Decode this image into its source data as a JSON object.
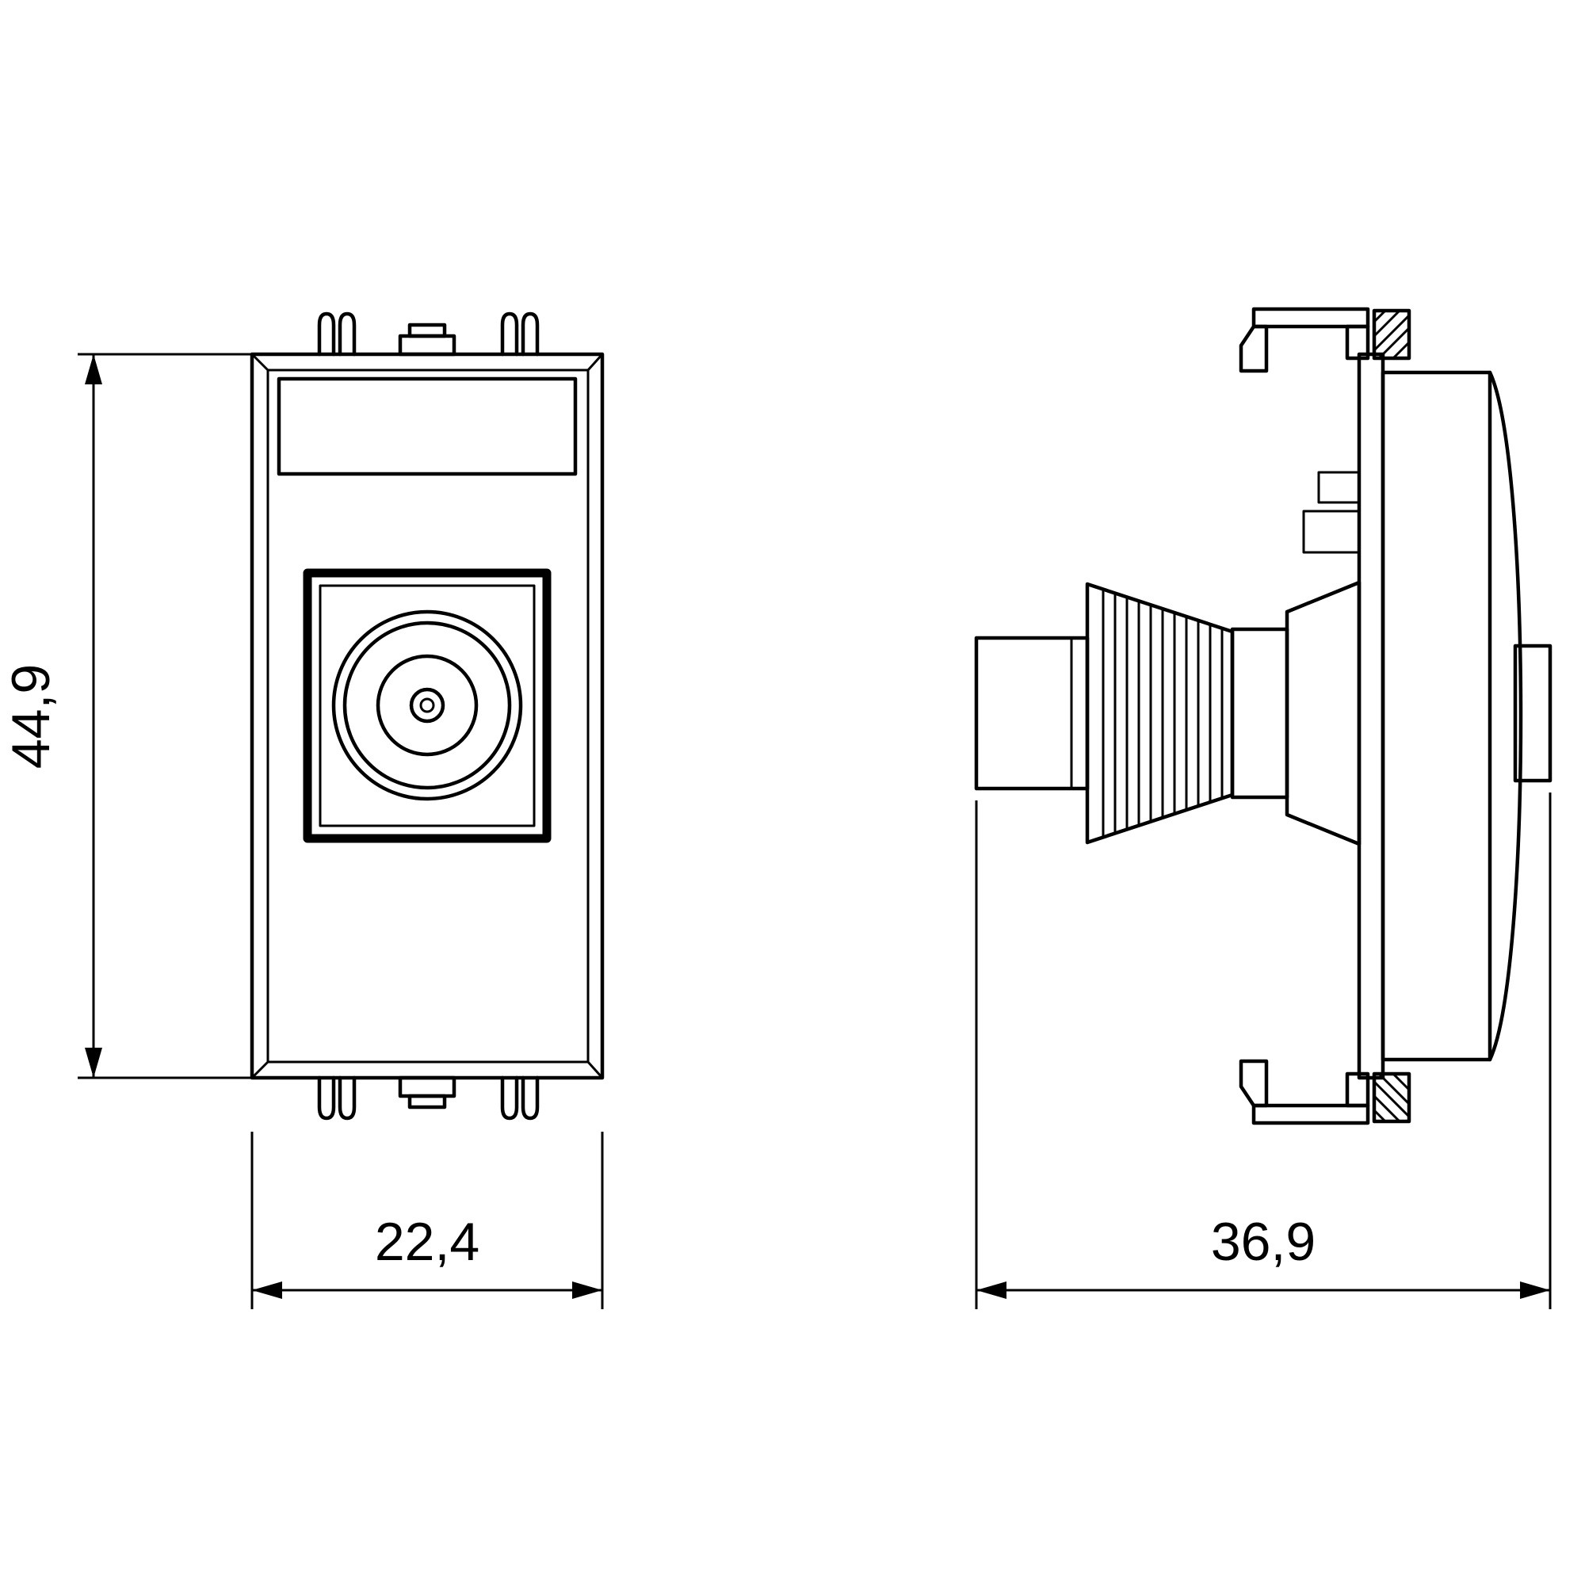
{
  "page": {
    "background_color": "#ffffff",
    "line_color": "#000000"
  },
  "drawing": {
    "type": "technical-dimension-drawing",
    "subject": "tv-coax-socket-module",
    "views": {
      "front": {
        "id": "front-view"
      },
      "side": {
        "id": "side-view"
      }
    },
    "dimensions": {
      "front_height": "44,9",
      "front_width": "22,4",
      "side_depth": "36,9"
    }
  }
}
